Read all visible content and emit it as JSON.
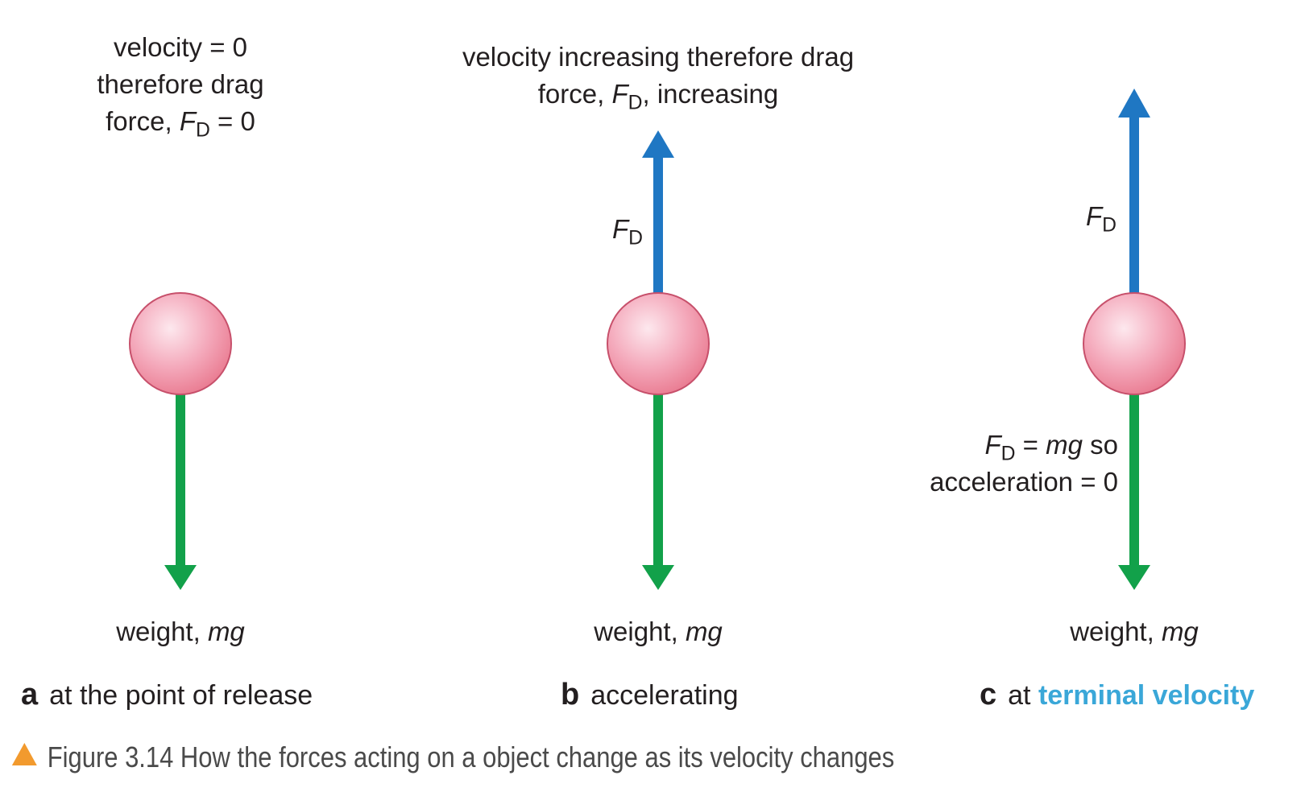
{
  "colors": {
    "drag_arrow": "#1f77c3",
    "weight_arrow": "#12a14a",
    "ball": "#f1a0b2",
    "highlight": "#3aa7d8",
    "caption_icon": "#f29a2e"
  },
  "panel_a": {
    "note_line1": "velocity = 0",
    "note_line2": "therefore drag",
    "note_line3_pre": "force, ",
    "note_line3_F": "F",
    "note_line3_sub": "D",
    "note_line3_post": " = 0",
    "weight_label": "weight, ",
    "weight_mg": "mg",
    "letter": "a",
    "caption": "at the point of release"
  },
  "panel_b": {
    "note_line1": "velocity increasing therefore drag",
    "note_line2_pre": "force, ",
    "note_line2_F": "F",
    "note_line2_sub": "D",
    "note_line2_post": ", increasing",
    "drag_F": "F",
    "drag_sub": "D",
    "weight_label": "weight, ",
    "weight_mg": "mg",
    "letter": "b",
    "caption": "accelerating"
  },
  "panel_c": {
    "drag_F": "F",
    "drag_sub": "D",
    "eq_F": "F",
    "eq_sub": "D",
    "eq_mid": " = ",
    "eq_mg": "mg",
    "eq_post": " so",
    "eq_line2": "acceleration = 0",
    "weight_label": "weight, ",
    "weight_mg": "mg",
    "letter": "c",
    "caption_pre": "at ",
    "caption_highlight": "terminal velocity"
  },
  "figure_caption": "Figure 3.14 How the forces acting on a object change as its velocity changes"
}
